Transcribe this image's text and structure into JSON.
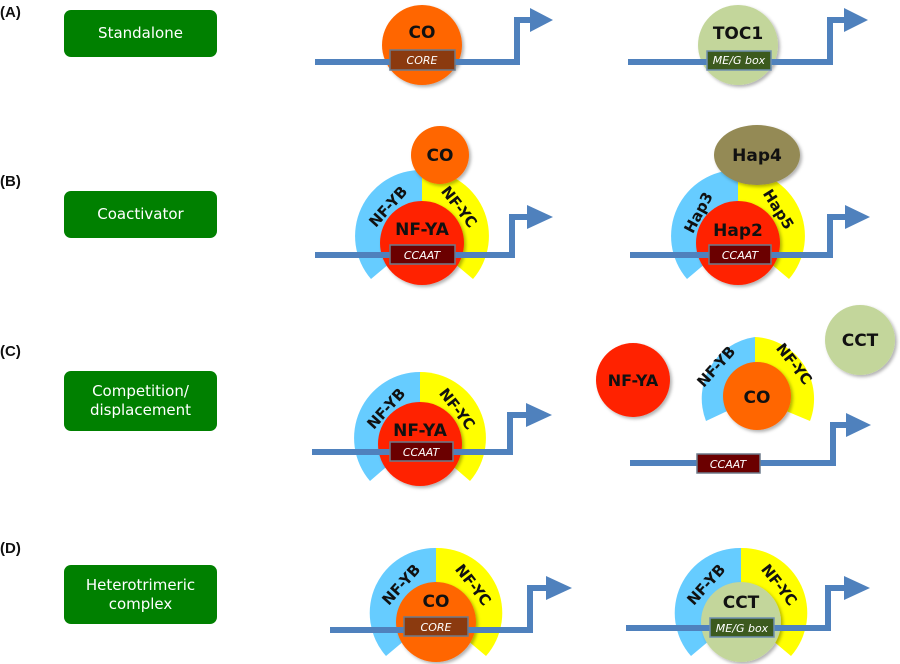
{
  "panels": [
    {
      "id": "A",
      "label": "(A)",
      "mode": "Standalone",
      "left": {
        "protein": "CO",
        "site": "CORE"
      },
      "right": {
        "protein": "TOC1",
        "site": "ME/G box"
      }
    },
    {
      "id": "B",
      "label": "(B)",
      "mode": "Coactivator",
      "left": {
        "top": "CO",
        "subunit_b": "NF-YB",
        "subunit_c": "NF-YC",
        "core": "NF-YA",
        "site": "CCAAT"
      },
      "right": {
        "top": "Hap4",
        "subunit_b": "Hap3",
        "subunit_c": "Hap5",
        "core": "Hap2",
        "site": "CCAAT"
      }
    },
    {
      "id": "C",
      "label": "(C)",
      "mode": "Competition/ displacement",
      "mode_lines": [
        "Competition/",
        "displacement"
      ],
      "left": {
        "subunit_b": "NF-YB",
        "subunit_c": "NF-YC",
        "core": "NF-YA",
        "site": "CCAAT"
      },
      "right": {
        "free_protein": "NF-YA",
        "subunit_b": "NF-YB",
        "subunit_c": "NF-YC",
        "core": "CO",
        "other": "CCT",
        "site": "CCAAT"
      }
    },
    {
      "id": "D",
      "label": "(D)",
      "mode": "Heterotrimeric complex",
      "mode_lines": [
        "Heterotrimeric",
        "complex"
      ],
      "left": {
        "subunit_b": "NF-YB",
        "subunit_c": "NF-YC",
        "core": "CO",
        "site": "CORE"
      },
      "right": {
        "subunit_b": "NF-YB",
        "subunit_c": "NF-YC",
        "core": "CCT",
        "site": "ME/G box"
      }
    }
  ],
  "colors": {
    "mode_box": "#008000",
    "dna": "#4f81bd",
    "co": "#ff6600",
    "nf_ya": "#ff2200",
    "nf_yb": "#66ccff",
    "nf_yc": "#ffff00",
    "cct": "#c3d69b",
    "hap4": "#948a54",
    "core_site": "#8b3a0f",
    "ccaat_site": "#6b0000",
    "meg_site": "#3c5a1e"
  }
}
